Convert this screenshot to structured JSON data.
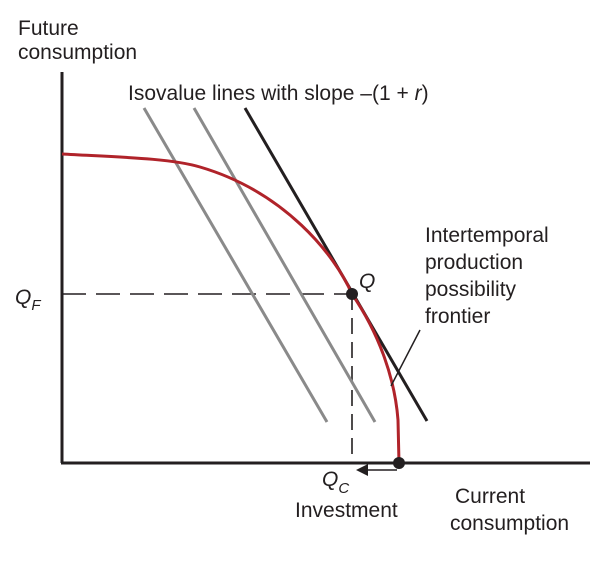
{
  "y_axis_label": [
    "Future",
    "consumption"
  ],
  "x_axis_label": [
    "Current",
    "consumption"
  ],
  "isovalue_label": {
    "prefix": "Isovalue lines with slope –(1 + ",
    "r": "r",
    "suffix": ")"
  },
  "frontier_label": [
    "Intertemporal",
    "production",
    "possibility",
    "frontier"
  ],
  "point_q_label": "Q",
  "qf_label": {
    "main": "Q",
    "sub": "F"
  },
  "qc_label": {
    "main": "Q",
    "sub": "C"
  },
  "investment_label": "Investment",
  "colors": {
    "frontier": "#b0232a",
    "tangent_line": "#231f20",
    "isovalue_lines": "#8a8a8a",
    "axes": "#231f20",
    "guides": "#231f20",
    "points": "#231f20"
  }
}
